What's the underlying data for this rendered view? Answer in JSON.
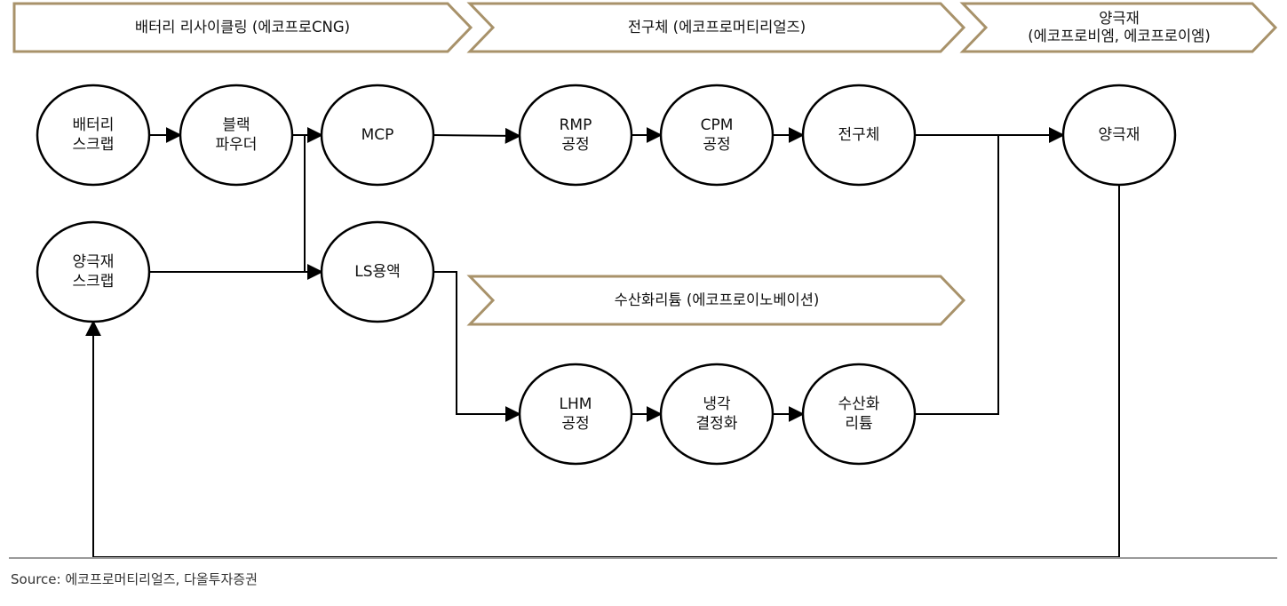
{
  "colors": {
    "banner_stroke": "#a8926a",
    "line": "#000000",
    "source_rule": "#9a9a9a"
  },
  "banners": [
    {
      "id": "banner-recycling",
      "label": "배터리 리사이클링 (에코프로CNG)"
    },
    {
      "id": "banner-precursor",
      "label": "전구체 (에코프로머티리얼즈)"
    },
    {
      "id": "banner-cathode",
      "label": "양극재\n(에코프로비엠, 에코프로이엠)"
    },
    {
      "id": "banner-lioh",
      "label": "수산화리튬 (에코프로이노베이션)"
    }
  ],
  "nodes": [
    {
      "id": "battery-scrap",
      "label": "배터리\n스크랩"
    },
    {
      "id": "black-powder",
      "label": "블랙\n파우더"
    },
    {
      "id": "mcp",
      "label": "MCP"
    },
    {
      "id": "rmp",
      "label": "RMP\n공정"
    },
    {
      "id": "cpm",
      "label": "CPM\n공정"
    },
    {
      "id": "precursor",
      "label": "전구체"
    },
    {
      "id": "cathode",
      "label": "양극재"
    },
    {
      "id": "cathode-scrap",
      "label": "양극재\n스크랩"
    },
    {
      "id": "ls-solution",
      "label": "LS용액"
    },
    {
      "id": "lhm",
      "label": "LHM\n공정"
    },
    {
      "id": "cooling",
      "label": "냉각\n결정화"
    },
    {
      "id": "lioh",
      "label": "수산화\n리튬"
    }
  ],
  "edges": [
    [
      "battery-scrap",
      "black-powder"
    ],
    [
      "black-powder",
      "mcp"
    ],
    [
      "black-powder",
      "ls-solution"
    ],
    [
      "cathode-scrap",
      "ls-solution"
    ],
    [
      "cathode-scrap",
      "mcp"
    ],
    [
      "mcp",
      "rmp"
    ],
    [
      "rmp",
      "cpm"
    ],
    [
      "cpm",
      "precursor"
    ],
    [
      "precursor",
      "cathode"
    ],
    [
      "ls-solution",
      "lhm"
    ],
    [
      "lhm",
      "cooling"
    ],
    [
      "cooling",
      "lioh"
    ],
    [
      "lioh",
      "cathode"
    ],
    [
      "cathode",
      "cathode-scrap"
    ]
  ],
  "source": "Source: 에코프로머티리얼즈, 다올투자증권"
}
